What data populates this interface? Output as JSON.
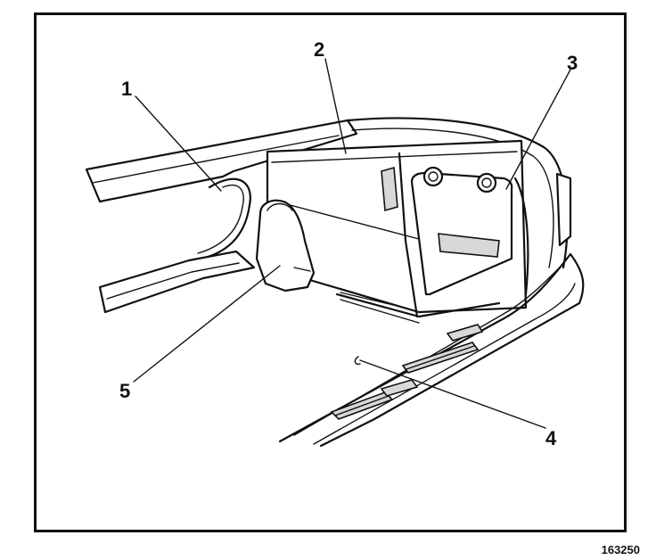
{
  "figure": {
    "callouts": [
      {
        "id": "callout-1",
        "label": "1"
      },
      {
        "id": "callout-2",
        "label": "2"
      },
      {
        "id": "callout-3",
        "label": "3"
      },
      {
        "id": "callout-4",
        "label": "4"
      },
      {
        "id": "callout-5",
        "label": "5"
      }
    ],
    "figure_number": "163250"
  }
}
